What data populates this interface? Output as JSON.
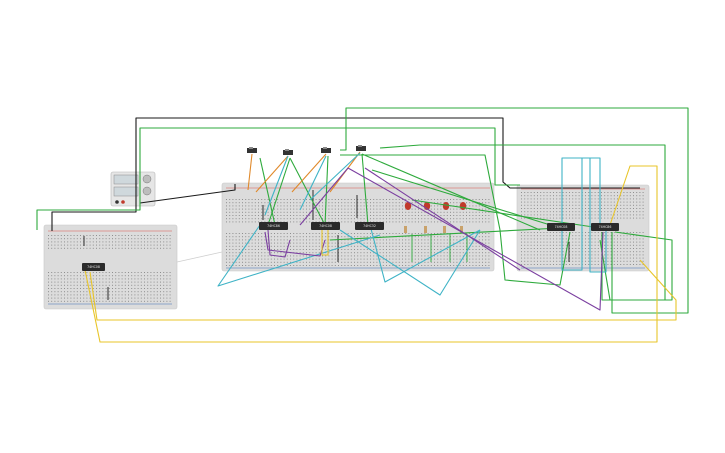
{
  "canvas": {
    "background": "#ffffff"
  },
  "colors": {
    "board": "#dcdcdc",
    "board_edge": "#c8c8c8",
    "hole": "#8e8e8e",
    "rail_red": "#d9534f",
    "rail_blue": "#3d6fb5",
    "chip": "#2b2b2b",
    "wire_black": "#1a1a1a",
    "wire_green": "#2eaa3c",
    "wire_teal": "#3fb3c6",
    "wire_yellow": "#e8c52a",
    "wire_purple": "#7b3fa0",
    "wire_orange": "#e0892a",
    "led_red": "#c0392b",
    "resistor": "#c9a26b",
    "power_supply": "#e6e6e6"
  },
  "chips": [
    {
      "id": "chip-left",
      "label": "74HC08"
    },
    {
      "id": "chip-mid-1",
      "label": "74HC86"
    },
    {
      "id": "chip-mid-2",
      "label": "74HC08"
    },
    {
      "id": "chip-mid-3",
      "label": "74HC32"
    },
    {
      "id": "chip-right-1",
      "label": "74HC08"
    },
    {
      "id": "chip-right-2",
      "label": "74HC86"
    }
  ],
  "components": {
    "power_supply": "power-supply",
    "switch_count": 4,
    "led_count": 4,
    "resistor_count": 4
  }
}
